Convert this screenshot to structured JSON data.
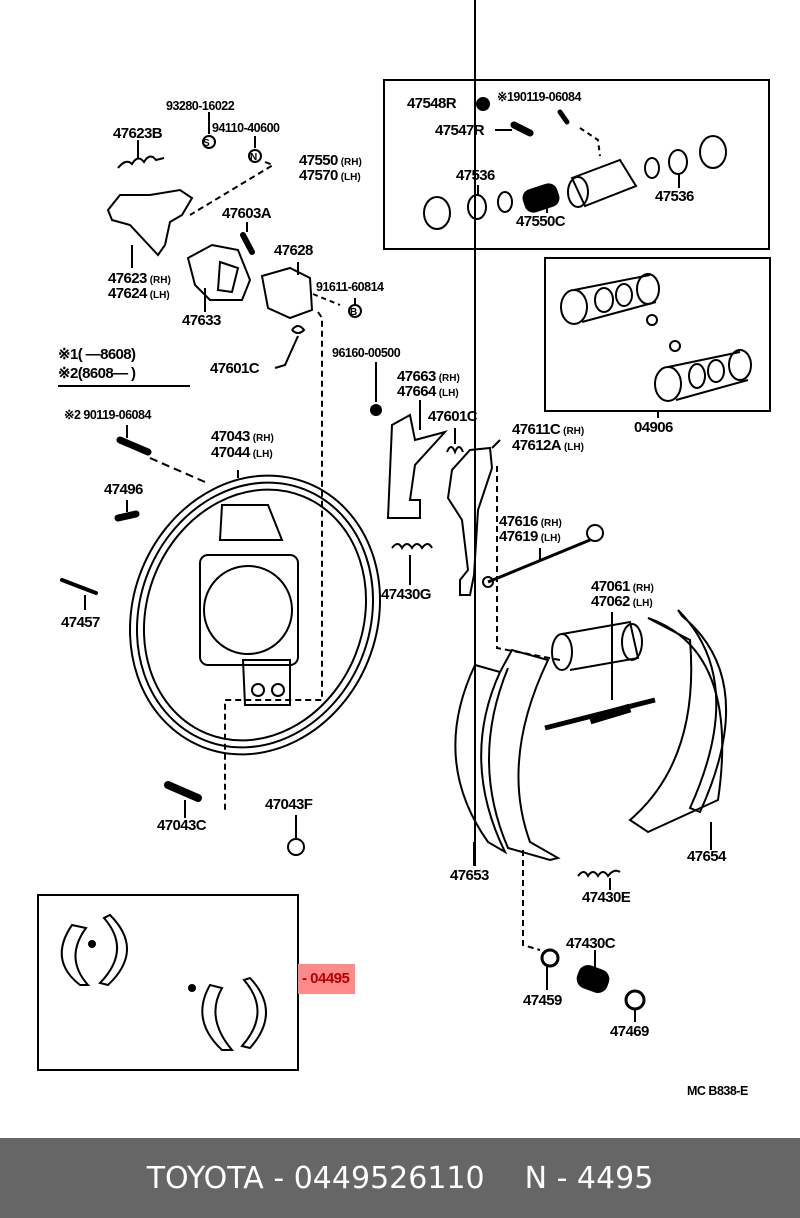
{
  "diagram": {
    "title": "Rear drum brake parts diagram",
    "drawing_code": "MC B838-E",
    "note_lines": [
      "※1(      —8608)",
      "※2(8608—       )"
    ],
    "labels": {
      "p93280": "93280-16022",
      "p94110": "94110-40600",
      "p47623B": "47623B",
      "p47550": "47550",
      "p47570": "47570",
      "p47548R": "47548R",
      "p90119_top": "※190119-06084",
      "p47547R": "47547R",
      "p47536a": "47536",
      "p47536b": "47536",
      "p47550C": "47550C",
      "p47603A": "47603A",
      "p47628": "47628",
      "p47623": "47623",
      "p47624": "47624",
      "p47633": "47633",
      "p91611": "91611-60814",
      "p47601C_a": "47601C",
      "p96160": "96160-00500",
      "p47663": "47663",
      "p47664": "47664",
      "p47601C_b": "47601C",
      "p47611C": "47611C",
      "p47612A": "47612A",
      "p04906": "04906",
      "p90119_mid": "※2 90119-06084",
      "p47043": "47043",
      "p47044": "47044",
      "p47496": "47496",
      "p47457": "47457",
      "p47616": "47616",
      "p47619": "47619",
      "p47430G": "47430G",
      "p47061": "47061",
      "p47062": "47062",
      "p47043C": "47043C",
      "p47043F": "47043F",
      "p47653": "47653",
      "p47654": "47654",
      "p47430E": "47430E",
      "p47430C": "47430C",
      "p47459": "47459",
      "p47469": "47469",
      "p04495": "- 04495"
    },
    "side": {
      "rh": "(RH)",
      "lh": "(LH)"
    },
    "symbols": {
      "s": "S",
      "n": "N",
      "b": "B"
    },
    "highlight_color": "#ff8a8a"
  },
  "footer": {
    "brand_part": "TOYOTA - 0449526110",
    "ref": "N - 4495"
  }
}
